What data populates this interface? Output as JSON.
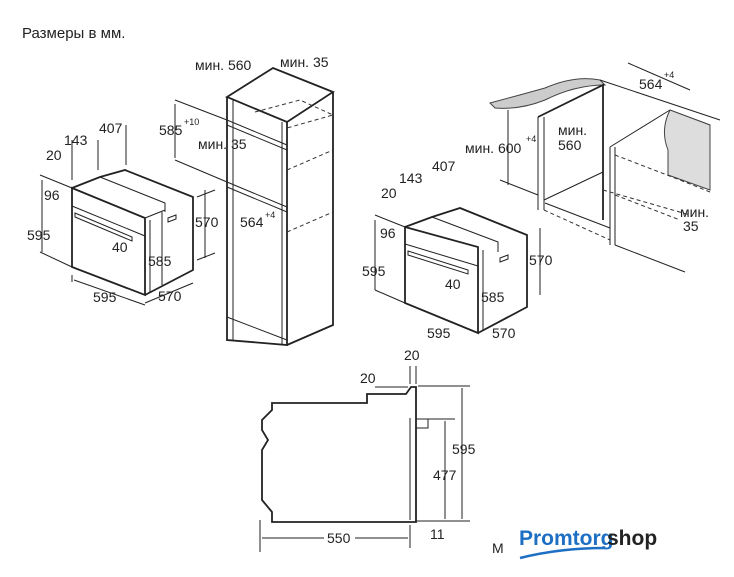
{
  "title": "Размеры в мм.",
  "diagram_tall_cabinet": {
    "oven_dims": {
      "d407": "407",
      "d143": "143",
      "d20": "20",
      "d96": "96",
      "h595": "595",
      "d40": "40",
      "h570": "570",
      "h585": "585",
      "w595": "595",
      "d570": "570"
    },
    "cabinet_dims": {
      "min560": "мин. 560",
      "min35_top": "мин. 35",
      "h585": "585",
      "h585_tol": "+10",
      "min35_mid": "мин. 35",
      "w564": "564",
      "w564_tol": "+4"
    }
  },
  "diagram_under_counter": {
    "oven_dims": {
      "d407": "407",
      "d143": "143",
      "d20": "20",
      "d96": "96",
      "h595": "595",
      "d40": "40",
      "h570": "570",
      "h585": "585",
      "w595": "595",
      "d570": "570"
    },
    "cabinet_dims": {
      "min600": "мин. 600",
      "min600_tol": "+4",
      "min560_a": "мин.",
      "min560_b": "560",
      "w564": "564",
      "w564_tol": "+4",
      "min35_a": "мин.",
      "min35_b": "35"
    }
  },
  "diagram_side_view": {
    "d20_top": "20",
    "d20_left": "20",
    "h595": "595",
    "h477": "477",
    "d11": "11",
    "w550": "550"
  },
  "footer": {
    "model_letter": "M",
    "logo_part1": "Promtorg",
    "logo_part2": "shop"
  }
}
